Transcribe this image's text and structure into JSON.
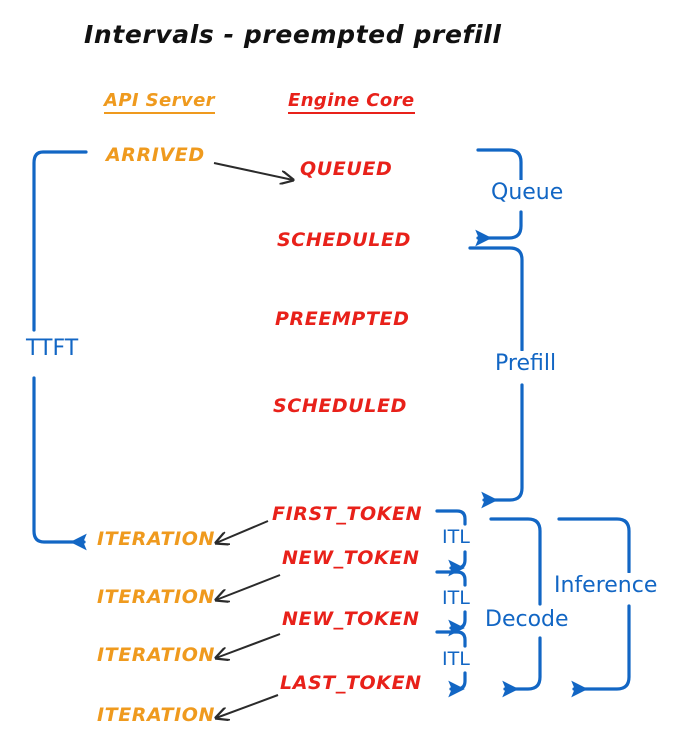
{
  "diagram": {
    "title": "Intervals - preempted prefill",
    "colors": {
      "api_server": "#ef9a1e",
      "engine_core": "#e8211a",
      "interval": "#1266c4",
      "arrow": "#2b2b2b",
      "background": "#ffffff"
    },
    "columns": [
      {
        "name": "api-server",
        "label": "API Server",
        "color": "#ef9a1e"
      },
      {
        "name": "engine-core",
        "label": "Engine Core",
        "color": "#e8211a"
      }
    ],
    "api_server_events": [
      {
        "label": "ARRIVED"
      },
      {
        "label": "ITERATION"
      },
      {
        "label": "ITERATION"
      },
      {
        "label": "ITERATION"
      },
      {
        "label": "ITERATION"
      }
    ],
    "engine_core_events": [
      {
        "label": "QUEUED"
      },
      {
        "label": "SCHEDULED"
      },
      {
        "label": "PREEMPTED"
      },
      {
        "label": "SCHEDULED"
      },
      {
        "label": "FIRST_TOKEN"
      },
      {
        "label": "NEW_TOKEN"
      },
      {
        "label": "NEW_TOKEN"
      },
      {
        "label": "LAST_TOKEN"
      }
    ],
    "intervals": [
      {
        "name": "ttft",
        "label": "TTFT"
      },
      {
        "name": "queue",
        "label": "Queue"
      },
      {
        "name": "prefill",
        "label": "Prefill"
      },
      {
        "name": "itl-1",
        "label": "ITL"
      },
      {
        "name": "itl-2",
        "label": "ITL"
      },
      {
        "name": "itl-3",
        "label": "ITL"
      },
      {
        "name": "decode",
        "label": "Decode"
      },
      {
        "name": "inference",
        "label": "Inference"
      }
    ]
  }
}
